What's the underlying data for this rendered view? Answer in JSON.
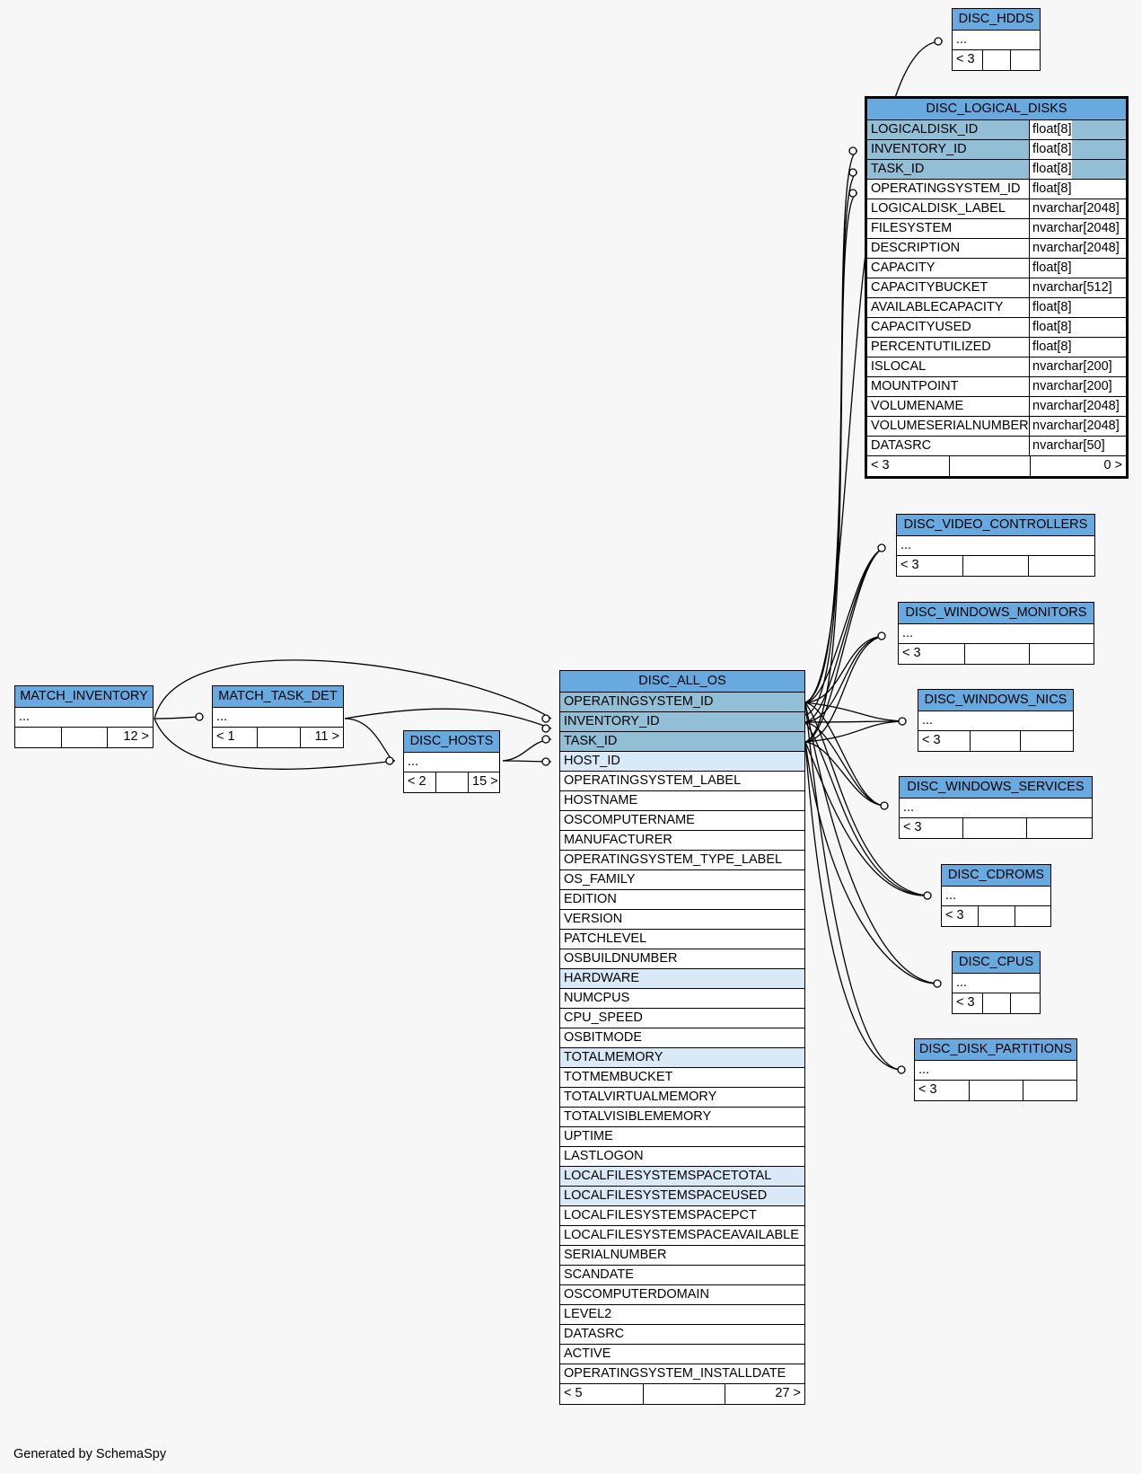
{
  "tables": {
    "disc_hdds": {
      "name": "DISC_HDDS",
      "rows": [
        {
          "text": "..."
        }
      ],
      "footer": [
        "< 3",
        "",
        ""
      ]
    },
    "disc_logical_disks": {
      "name": "DISC_LOGICAL_DISKS",
      "rows": [
        {
          "text": "LOGICALDISK_ID",
          "type": "float[8]"
        },
        {
          "text": "INVENTORY_ID",
          "type": "float[8]"
        },
        {
          "text": "TASK_ID",
          "type": "float[8]"
        },
        {
          "text": "OPERATINGSYSTEM_ID",
          "type": "float[8]"
        },
        {
          "text": "LOGICALDISK_LABEL",
          "type": "nvarchar[2048]"
        },
        {
          "text": "FILESYSTEM",
          "type": "nvarchar[2048]"
        },
        {
          "text": "DESCRIPTION",
          "type": "nvarchar[2048]"
        },
        {
          "text": "CAPACITY",
          "type": "float[8]"
        },
        {
          "text": "CAPACITYBUCKET",
          "type": "nvarchar[512]"
        },
        {
          "text": "AVAILABLECAPACITY",
          "type": "float[8]"
        },
        {
          "text": "CAPACITYUSED",
          "type": "float[8]"
        },
        {
          "text": "PERCENTUTILIZED",
          "type": "float[8]"
        },
        {
          "text": "ISLOCAL",
          "type": "nvarchar[200]"
        },
        {
          "text": "MOUNTPOINT",
          "type": "nvarchar[200]"
        },
        {
          "text": "VOLUMENAME",
          "type": "nvarchar[2048]"
        },
        {
          "text": "VOLUMESERIALNUMBER",
          "type": "nvarchar[2048]"
        },
        {
          "text": "DATASRC",
          "type": "nvarchar[50]"
        }
      ],
      "footer": [
        "< 3",
        "",
        "0 >"
      ]
    },
    "disc_video_controllers": {
      "name": "DISC_VIDEO_CONTROLLERS",
      "rows": [
        {
          "text": "..."
        }
      ],
      "footer": [
        "< 3",
        "",
        ""
      ]
    },
    "disc_windows_monitors": {
      "name": "DISC_WINDOWS_MONITORS",
      "rows": [
        {
          "text": "..."
        }
      ],
      "footer": [
        "< 3",
        "",
        ""
      ]
    },
    "disc_windows_nics": {
      "name": "DISC_WINDOWS_NICS",
      "rows": [
        {
          "text": "..."
        }
      ],
      "footer": [
        "< 3",
        "",
        ""
      ]
    },
    "disc_windows_services": {
      "name": "DISC_WINDOWS_SERVICES",
      "rows": [
        {
          "text": "..."
        }
      ],
      "footer": [
        "< 3",
        "",
        ""
      ]
    },
    "disc_cdroms": {
      "name": "DISC_CDROMS",
      "rows": [
        {
          "text": "..."
        }
      ],
      "footer": [
        "< 3",
        "",
        ""
      ]
    },
    "disc_cpus": {
      "name": "DISC_CPUS",
      "rows": [
        {
          "text": "..."
        }
      ],
      "footer": [
        "< 3",
        "",
        ""
      ]
    },
    "disc_disk_partitions": {
      "name": "DISC_DISK_PARTITIONS",
      "rows": [
        {
          "text": "..."
        }
      ],
      "footer": [
        "< 3",
        "",
        ""
      ]
    },
    "match_inventory": {
      "name": "MATCH_INVENTORY",
      "rows": [
        {
          "text": "..."
        }
      ],
      "footer": [
        "",
        "",
        "12 >"
      ]
    },
    "match_task_det": {
      "name": "MATCH_TASK_DET",
      "rows": [
        {
          "text": "..."
        }
      ],
      "footer": [
        "< 1",
        "",
        "11 >"
      ]
    },
    "disc_hosts": {
      "name": "DISC_HOSTS",
      "rows": [
        {
          "text": "..."
        }
      ],
      "footer": [
        "< 2",
        "",
        "15 >"
      ]
    },
    "disc_all_os": {
      "name": "DISC_ALL_OS",
      "rows": [
        {
          "text": "OPERATINGSYSTEM_ID"
        },
        {
          "text": "INVENTORY_ID"
        },
        {
          "text": "TASK_ID"
        },
        {
          "text": "HOST_ID"
        },
        {
          "text": "OPERATINGSYSTEM_LABEL"
        },
        {
          "text": "HOSTNAME"
        },
        {
          "text": "OSCOMPUTERNAME"
        },
        {
          "text": "MANUFACTURER"
        },
        {
          "text": "OPERATINGSYSTEM_TYPE_LABEL"
        },
        {
          "text": "OS_FAMILY"
        },
        {
          "text": "EDITION"
        },
        {
          "text": "VERSION"
        },
        {
          "text": "PATCHLEVEL"
        },
        {
          "text": "OSBUILDNUMBER"
        },
        {
          "text": "HARDWARE"
        },
        {
          "text": "NUMCPUS"
        },
        {
          "text": "CPU_SPEED"
        },
        {
          "text": "OSBITMODE"
        },
        {
          "text": "TOTALMEMORY"
        },
        {
          "text": "TOTMEMBUCKET"
        },
        {
          "text": "TOTALVIRTUALMEMORY"
        },
        {
          "text": "TOTALVISIBLEMEMORY"
        },
        {
          "text": "UPTIME"
        },
        {
          "text": "LASTLOGON"
        },
        {
          "text": "LOCALFILESYSTEMSPACETOTAL"
        },
        {
          "text": "LOCALFILESYSTEMSPACEUSED"
        },
        {
          "text": "LOCALFILESYSTEMSPACEPCT"
        },
        {
          "text": "LOCALFILESYSTEMSPACEAVAILABLE"
        },
        {
          "text": "SERIALNUMBER"
        },
        {
          "text": "SCANDATE"
        },
        {
          "text": "OSCOMPUTERDOMAIN"
        },
        {
          "text": "LEVEL2"
        },
        {
          "text": "DATASRC"
        },
        {
          "text": "ACTIVE"
        },
        {
          "text": "OPERATINGSYSTEM_INSTALLDATE"
        }
      ],
      "footer": [
        "< 5",
        "",
        "27 >"
      ]
    }
  },
  "credit": "Generated by SchemaSpy"
}
